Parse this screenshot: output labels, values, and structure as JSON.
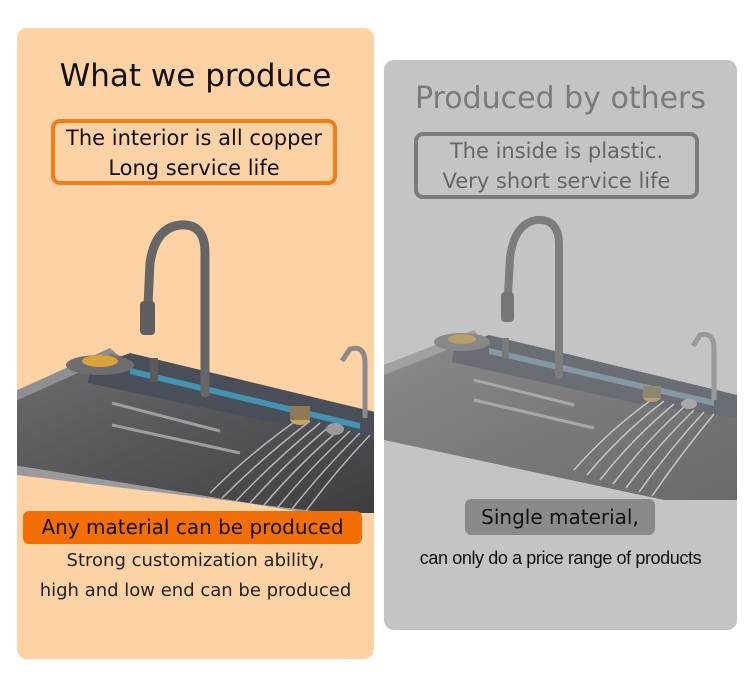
{
  "left": {
    "heading": "What we produce",
    "claim_line1": "The interior is all copper",
    "claim_line2": "Long service life",
    "label": "Any material can be produced",
    "desc_line1": "Strong customization ability,",
    "desc_line2": "high and low end can be produced",
    "accent_color": "#f26f06",
    "panel_color": "#fdd3a5"
  },
  "right": {
    "heading": "Produced by others",
    "claim_line1": "The inside is plastic.",
    "claim_line2": "Very short service life",
    "label": "Single material,",
    "desc": "can only do a price range of products",
    "panel_color": "#c4c4c4"
  }
}
